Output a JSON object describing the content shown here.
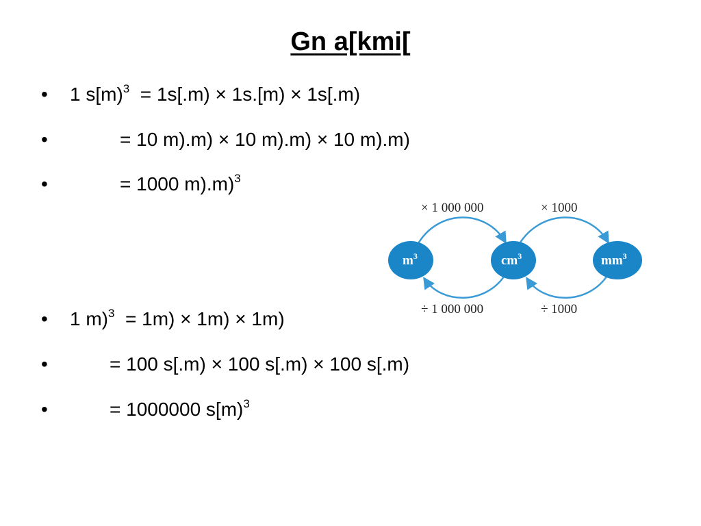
{
  "slide": {
    "title": "Gn a[kmi[",
    "bullets": [
      {
        "bullet": "•",
        "pre": "1 s[m)",
        "sup": "3",
        "post": "  = 1s[.m) × 1s.[m) × 1s[.m)"
      },
      {
        "bullet": "•",
        "pre": "= 10 m).m) × 10 m).m) × 10 m).m)",
        "sup": "",
        "post": ""
      },
      {
        "bullet": "•",
        "pre": "= 1000 m).m)",
        "sup": "3",
        "post": ""
      },
      {
        "bullet": "•",
        "pre": "1 m)",
        "sup": "3",
        "post": "  = 1m) × 1m) × 1m)"
      },
      {
        "bullet": "•",
        "pre": "= 100 s[.m) × 100 s[.m) × 100 s[.m)",
        "sup": "",
        "post": ""
      },
      {
        "bullet": "•",
        "pre": "= 1000000 s[m)",
        "sup": "3",
        "post": ""
      }
    ]
  },
  "diagram": {
    "node_color": "#1a86c8",
    "arrow_color": "#3a9ad6",
    "nodes": [
      {
        "label": "m",
        "sup": "3"
      },
      {
        "label": "cm",
        "sup": "3"
      },
      {
        "label": "mm",
        "sup": "3"
      }
    ],
    "top_labels": [
      "× 1 000 000",
      "× 1000"
    ],
    "bottom_labels": [
      "÷ 1 000 000",
      "÷ 1000"
    ]
  }
}
